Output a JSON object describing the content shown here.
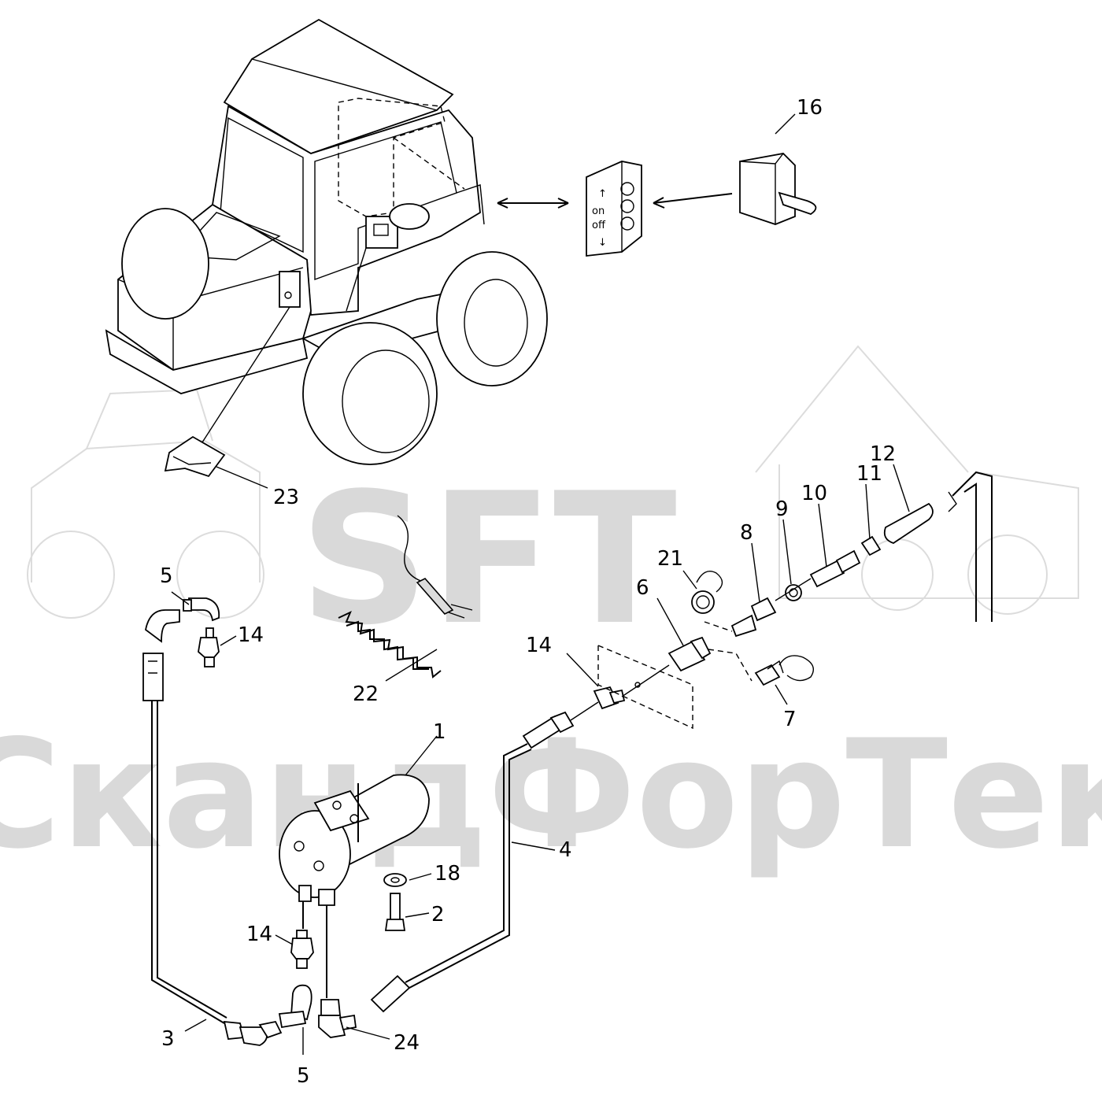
{
  "watermark": {
    "brand": "SFT",
    "company": "СкандФорТек"
  },
  "switch_panel": {
    "on": "on",
    "off": "off",
    "up_arrow": "↑",
    "down_arrow": "↓"
  },
  "callouts": {
    "c1": "1",
    "c2": "2",
    "c3": "3",
    "c4": "4",
    "c5a": "5",
    "c5b": "5",
    "c6": "6",
    "c7": "7",
    "c8": "8",
    "c9": "9",
    "c10": "10",
    "c11": "11",
    "c12": "12",
    "c14a": "14",
    "c14b": "14",
    "c14c": "14",
    "c16": "16",
    "c18": "18",
    "c21": "21",
    "c22": "22",
    "c23": "23",
    "c24": "24"
  },
  "colors": {
    "line": "#000000",
    "watermark": "#d9d9d9",
    "background": "#ffffff"
  }
}
